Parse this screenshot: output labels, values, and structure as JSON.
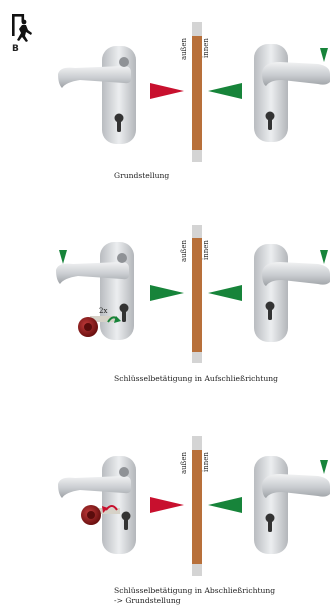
{
  "header": {
    "icon": "emergency-exit-icon",
    "letter": "B"
  },
  "wall": {
    "outside_label": "außen",
    "inside_label": "innen"
  },
  "steps": [
    {
      "caption": "Grundstellung"
    },
    {
      "caption": "Schlüsselbetätigung in Aufschließrichtung",
      "turn_count": "2x"
    },
    {
      "caption": "Schlüsselbetätigung in Abschließrichtung",
      "caption_line2": "-> Grundstellung"
    }
  ],
  "colors": {
    "red_arrow": "#c8102e",
    "green_arrow": "#17843a",
    "door_leaf": "#b8703a",
    "frame_grey": "#cfcfcf",
    "handle_grey": "#c9ccd0",
    "key_red": "#8e1b1b"
  }
}
